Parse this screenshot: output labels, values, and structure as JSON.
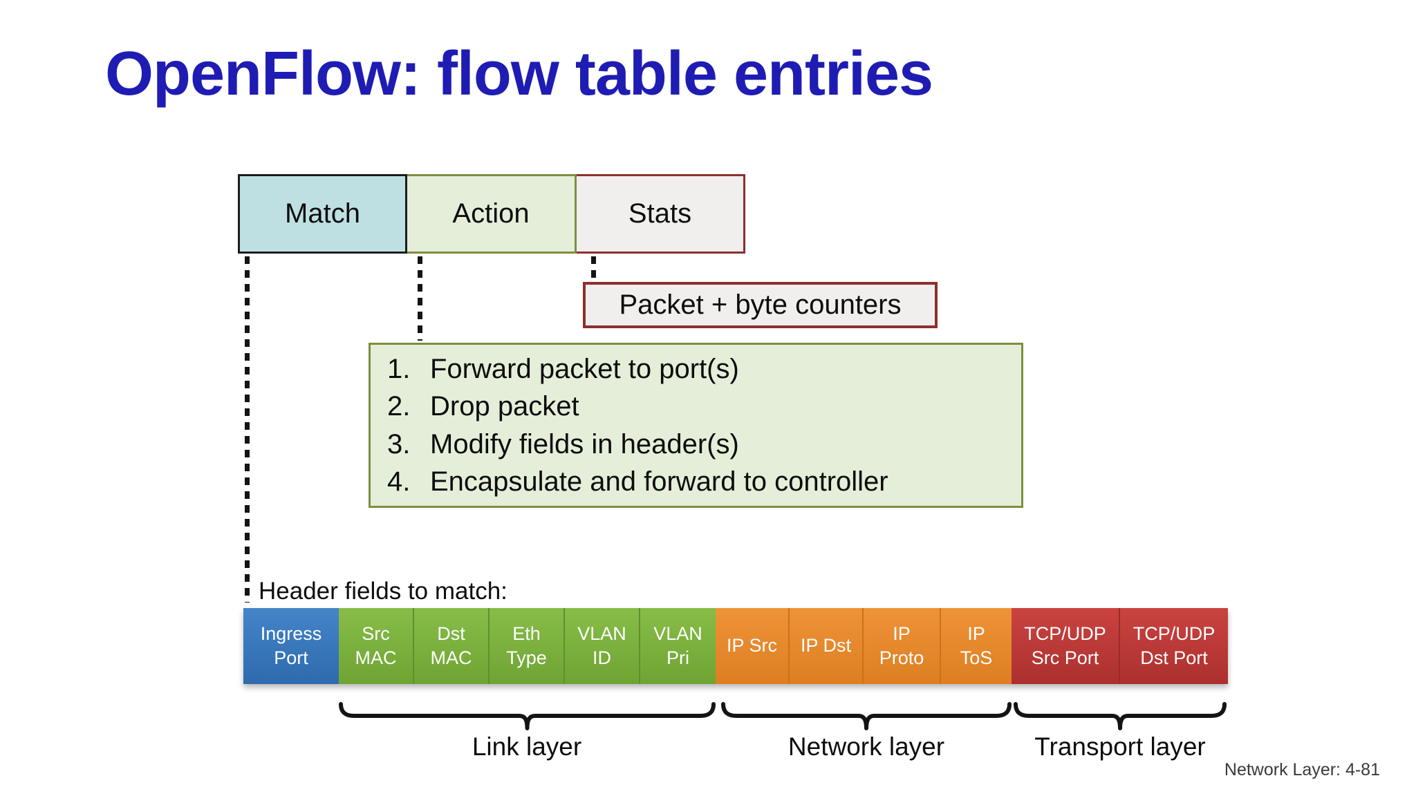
{
  "title": "OpenFlow: flow table entries",
  "footer": "Network Layer: 4-81",
  "flow_table": {
    "match_label": "Match",
    "action_label": "Action",
    "stats_label": "Stats"
  },
  "stats_detail": {
    "label": "Packet + byte counters"
  },
  "action_detail": {
    "items": [
      {
        "num": "1.",
        "text": "Forward packet to port(s)"
      },
      {
        "num": "2.",
        "text": "Drop packet"
      },
      {
        "num": "3.",
        "text": "Modify fields in header(s)"
      },
      {
        "num": "4.",
        "text": "Encapsulate and forward to controller"
      }
    ]
  },
  "match_detail": {
    "heading": "Header fields to match:",
    "fields": [
      {
        "line1": "Ingress",
        "line2": "Port",
        "group": "ingress"
      },
      {
        "line1": "Src",
        "line2": "MAC",
        "group": "link"
      },
      {
        "line1": "Dst",
        "line2": "MAC",
        "group": "link"
      },
      {
        "line1": "Eth",
        "line2": "Type",
        "group": "link"
      },
      {
        "line1": "VLAN",
        "line2": "ID",
        "group": "link"
      },
      {
        "line1": "VLAN",
        "line2": "Pri",
        "group": "link"
      },
      {
        "line1": "IP Src",
        "line2": "",
        "group": "network"
      },
      {
        "line1": "IP Dst",
        "line2": "",
        "group": "network"
      },
      {
        "line1": "IP",
        "line2": "Proto",
        "group": "network"
      },
      {
        "line1": "IP",
        "line2": "ToS",
        "group": "network"
      },
      {
        "line1": "TCP/UDP",
        "line2": "Src Port",
        "group": "transport"
      },
      {
        "line1": "TCP/UDP",
        "line2": "Dst Port",
        "group": "transport"
      }
    ],
    "layers": [
      {
        "label": "Link layer"
      },
      {
        "label": "Network layer"
      },
      {
        "label": "Transport layer"
      }
    ]
  },
  "colors": {
    "title": "#1f1cb4",
    "match_fill": "#bfe0e3",
    "action_fill": "#e5eed9",
    "stats_fill": "#f0efee",
    "action_border": "#7c8e41",
    "stats_border": "#8e2f2c",
    "ingress_blue": "#3273b8",
    "link_green": "#7cb23d",
    "network_orange": "#e8882d",
    "transport_red": "#c23a37"
  }
}
